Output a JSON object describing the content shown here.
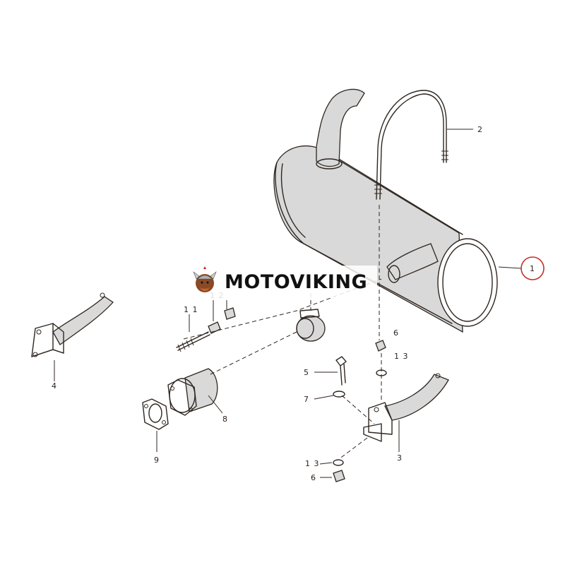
{
  "watermark": {
    "brand": "MOTOVIKING"
  },
  "parts": [
    {
      "id": "1",
      "label": "1",
      "desc": "muffler",
      "highlighted": true
    },
    {
      "id": "2",
      "label": "2",
      "desc": "u-bolt"
    },
    {
      "id": "3",
      "label": "3",
      "desc": "bracket-right"
    },
    {
      "id": "4",
      "label": "4",
      "desc": "bracket-left"
    },
    {
      "id": "5",
      "label": "5",
      "desc": "bolt"
    },
    {
      "id": "6a",
      "label": "6",
      "desc": "nut"
    },
    {
      "id": "6b",
      "label": "6",
      "desc": "nut"
    },
    {
      "id": "7",
      "label": "7",
      "desc": "lock-washer"
    },
    {
      "id": "8",
      "label": "8",
      "desc": "flange-pipe"
    },
    {
      "id": "9",
      "label": "9",
      "desc": "gasket"
    },
    {
      "id": "11",
      "label": "1 1",
      "desc": "stud"
    },
    {
      "id": "12",
      "label": "1 2",
      "desc": "nut"
    },
    {
      "id": "13a",
      "label": "1 3",
      "desc": "washer"
    },
    {
      "id": "13b",
      "label": "1 3",
      "desc": "washer"
    }
  ],
  "colors": {
    "highlight": "#c0302a",
    "ink": "#2f2620",
    "background": "#ffffff"
  }
}
